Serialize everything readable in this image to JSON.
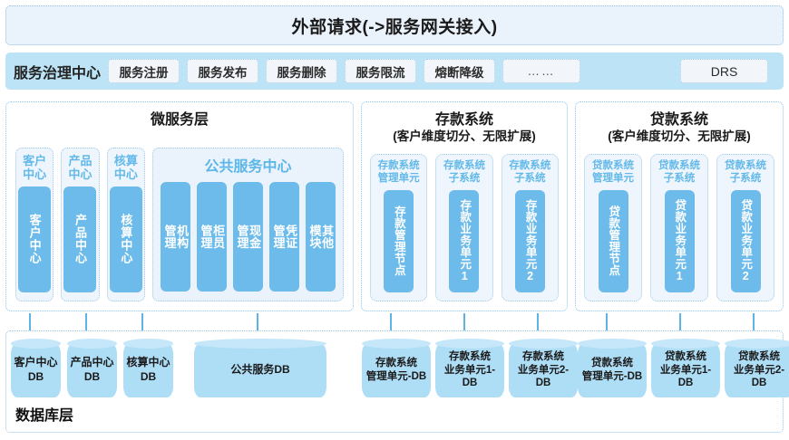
{
  "header": {
    "external_request_title": "外部请求(->服务网关接入)"
  },
  "governance": {
    "title": "服务治理中心",
    "chips": [
      {
        "label": "服务注册"
      },
      {
        "label": "服务发布"
      },
      {
        "label": "服务删除"
      },
      {
        "label": "服务限流"
      },
      {
        "label": "熔断降级"
      },
      {
        "label": "……"
      },
      {
        "label": "DRS"
      }
    ]
  },
  "microservice_panel": {
    "title": "微服务层",
    "centers": [
      {
        "label": "客户\n中心",
        "box_text": "客户中心"
      },
      {
        "label": "产品\n中心",
        "box_text": "产品中心"
      },
      {
        "label": "核算\n中心",
        "box_text": "核算中心"
      }
    ],
    "public_service": {
      "title": "公共服务中心",
      "modules": [
        {
          "text": "机构\n管理"
        },
        {
          "text": "柜员\n管理"
        },
        {
          "text": "现金\n管理"
        },
        {
          "text": "凭证\n管理"
        },
        {
          "text": "其他\n模块"
        }
      ]
    }
  },
  "deposit_panel": {
    "title": "存款系统",
    "subtitle": "(客户维度切分、无限扩展)",
    "units": [
      {
        "label": "存款系统\n管理单元",
        "box_text": "存款管理节点"
      },
      {
        "label": "存款系统\n子系统",
        "box_text": "存款业务单元1"
      },
      {
        "label": "存款系统\n子系统",
        "box_text": "存款业务单元2"
      }
    ]
  },
  "loan_panel": {
    "title": "贷款系统",
    "subtitle": "(客户维度切分、无限扩展)",
    "units": [
      {
        "label": "贷款系统\n管理单元",
        "box_text": "贷款管理节点"
      },
      {
        "label": "贷款系统\n子系统",
        "box_text": "贷款业务单元1"
      },
      {
        "label": "贷款系统\n子系统",
        "box_text": "贷款业务单元2"
      }
    ]
  },
  "database_layer": {
    "label": "数据库层",
    "databases": [
      {
        "name": "客户中心\nDB"
      },
      {
        "name": "产品中心\nDB"
      },
      {
        "name": "核算中心\nDB"
      },
      {
        "name": "公共服务DB"
      },
      {
        "name": "存款系统\n管理单元-DB"
      },
      {
        "name": "存款系统\n业务单元1-DB"
      },
      {
        "name": "存款系统\n业务单元2-DB"
      },
      {
        "name": "贷款系统\n管理单元-DB"
      },
      {
        "name": "贷款系统\n业务单元1-DB"
      },
      {
        "name": "贷款系统\n业务单元2-DB"
      }
    ]
  },
  "colors": {
    "accent_blue": "#6cbbea",
    "light_blue_fill": "#eef5fc",
    "gov_bar": "#bde4f6",
    "db_cylinder": "#aeddf6",
    "arrow": "#5cb3e4",
    "dotted_border": "#8fc3ea"
  }
}
